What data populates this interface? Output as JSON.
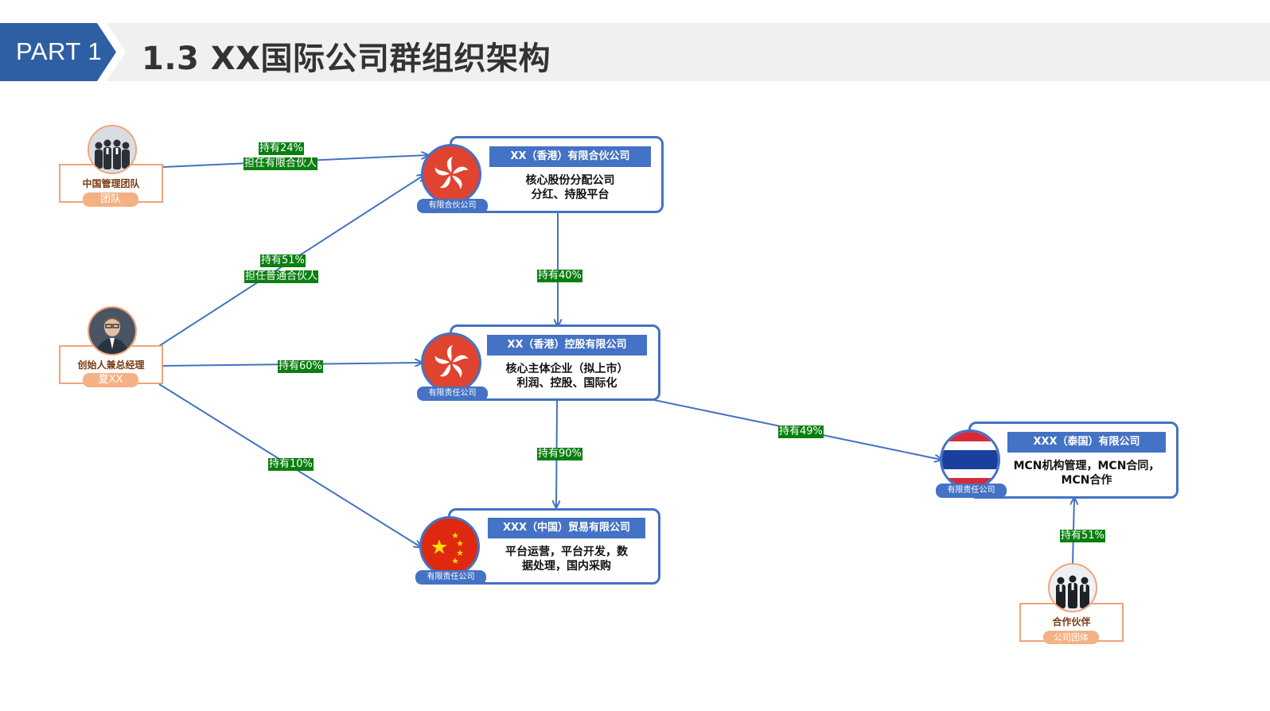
{
  "header": {
    "part_label": "PART 1",
    "title": "1.3 XX国际公司群组织架构"
  },
  "people": {
    "mgmt_team": {
      "name": "中国管理团队",
      "tag": "团队"
    },
    "founder": {
      "name": "创始人兼总经理",
      "tag": "夏XX"
    },
    "partner": {
      "name": "合作伙伴",
      "tag": "公司团体"
    }
  },
  "companies": {
    "hk_partnership": {
      "name": "XX（香港）有限合伙公司",
      "desc_line1": "核心股份分配公司",
      "desc_line2": "分红、持股平台",
      "type": "有限合伙公司"
    },
    "hk_holding": {
      "name": "XX（香港）控股有限公司",
      "desc_line1": "核心主体企业（拟上市）",
      "desc_line2": "利润、控股、国际化",
      "type": "有限责任公司"
    },
    "cn_trade": {
      "name": "XXX（中国）贸易有限公司",
      "desc_line1": "平台运营，平台开发，数",
      "desc_line2": "据处理，国内采购",
      "type": "有限责任公司"
    },
    "th_company": {
      "name": "XXX（泰国）有限公司",
      "desc_line1": "MCN机构管理，MCN合同，",
      "desc_line2": "MCN合作",
      "type": "有限责任公司"
    }
  },
  "edge_labels": {
    "mgmt_to_hkp_a": "持有24%",
    "mgmt_to_hkp_b": "担任有限合伙人",
    "founder_to_hkp_a": "持有51%",
    "founder_to_hkp_b": "担任普通合伙人",
    "hkp_to_hkh": "持有40%",
    "founder_to_hkh": "持有60%",
    "hkh_to_cn": "持有90%",
    "founder_to_cn": "持有10%",
    "hkh_to_th": "持有49%",
    "partner_to_th": "持有51%"
  },
  "colors": {
    "header_blue": "#2e5fa3",
    "accent_blue": "#4472c4",
    "label_green": "#0a7f10",
    "person_orange": "#f0a37a",
    "tag_orange": "#f4b183"
  }
}
